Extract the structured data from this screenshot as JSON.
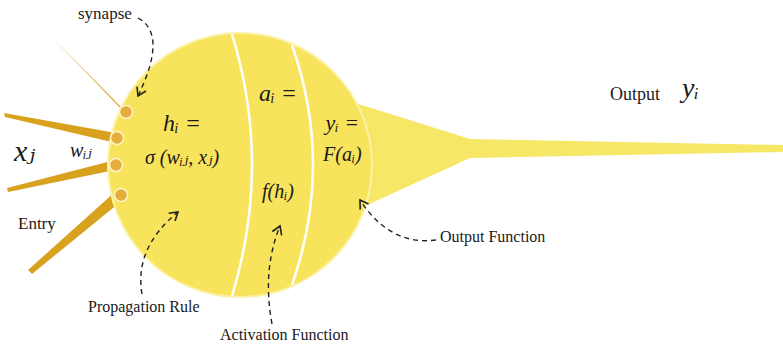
{
  "diagram": {
    "nodes": [
      {
        "text": [
          "hᵢ =",
          "σ (wᵢⱼ, xⱼ)"
        ]
      },
      {
        "text": [
          "aᵢ =",
          "f(hᵢ)"
        ]
      },
      {
        "text": [
          "yᵢ =",
          "F(aᵢ)"
        ]
      }
    ],
    "labels": [
      "synapse",
      "xⱼ",
      "wᵢⱼ",
      "Entry",
      "Propagation Rule",
      "Activation Function",
      "Output Function",
      "Output",
      "yᵢ"
    ]
  }
}
